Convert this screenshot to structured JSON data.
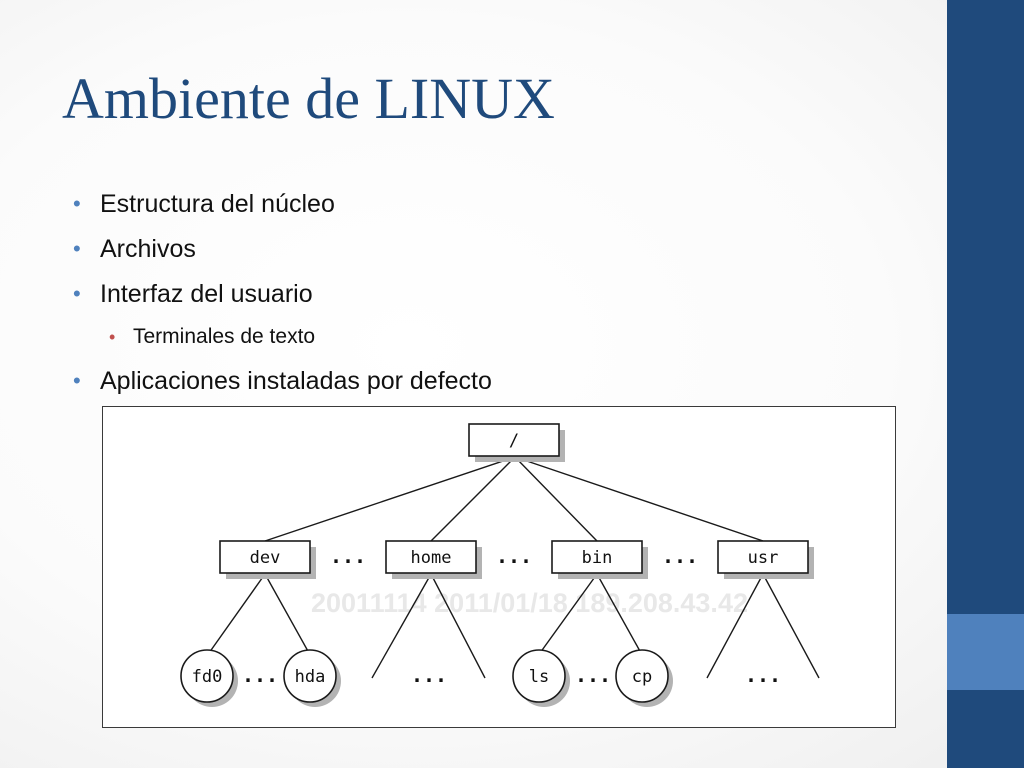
{
  "slide": {
    "title": "Ambiente de LINUX",
    "bullets": [
      "Estructura del núcleo",
      "Archivos",
      "Interfaz del usuario",
      "Aplicaciones instaladas por defecto"
    ],
    "sub_bullets": [
      "Terminales de texto"
    ]
  },
  "diagram": {
    "root": "/",
    "dirs": [
      "dev",
      "home",
      "bin",
      "usr"
    ],
    "leaves": [
      "fd0",
      "hda",
      "ls",
      "cp"
    ],
    "ellipsis": "...",
    "watermark": "20011114 2011/01/18 189.208.43.42"
  },
  "colors": {
    "title": "#1f4a7c",
    "side_bar": "#1f4a7c",
    "side_accent": "#4f81bd",
    "bullet": "#4f81bd",
    "sub_bullet": "#c0504d"
  }
}
